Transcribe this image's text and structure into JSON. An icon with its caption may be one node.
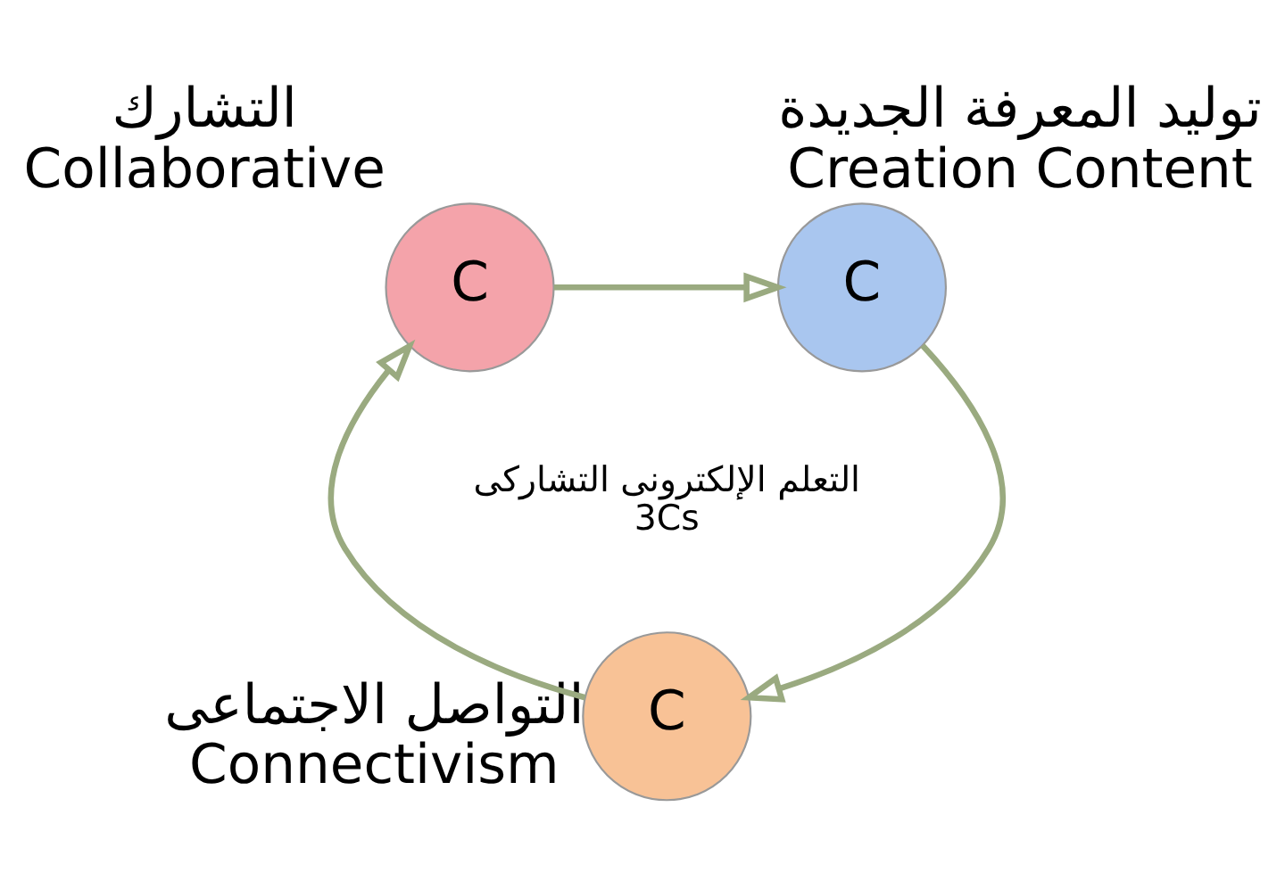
{
  "diagram": {
    "nodes": [
      {
        "text": [
          "C"
        ],
        "beside": [
          "التشارك",
          "Collaborative"
        ]
      },
      {
        "text": [
          "C"
        ],
        "beside": [
          "توليد المعرفة الجديدة",
          "Creation Content"
        ]
      },
      {
        "text": [
          "C"
        ],
        "beside": [
          "التواصل الاجتماعى",
          "Connectivism"
        ]
      }
    ],
    "edges": [
      {
        "from": 0,
        "to": 1,
        "arrow": "to"
      },
      {
        "from": 1,
        "to": 2,
        "arrow": "to"
      },
      {
        "from": 2,
        "to": 0,
        "arrow": "to"
      }
    ],
    "labels": [
      "التعلم الإلكترونى التشاركى",
      "3Cs"
    ]
  }
}
